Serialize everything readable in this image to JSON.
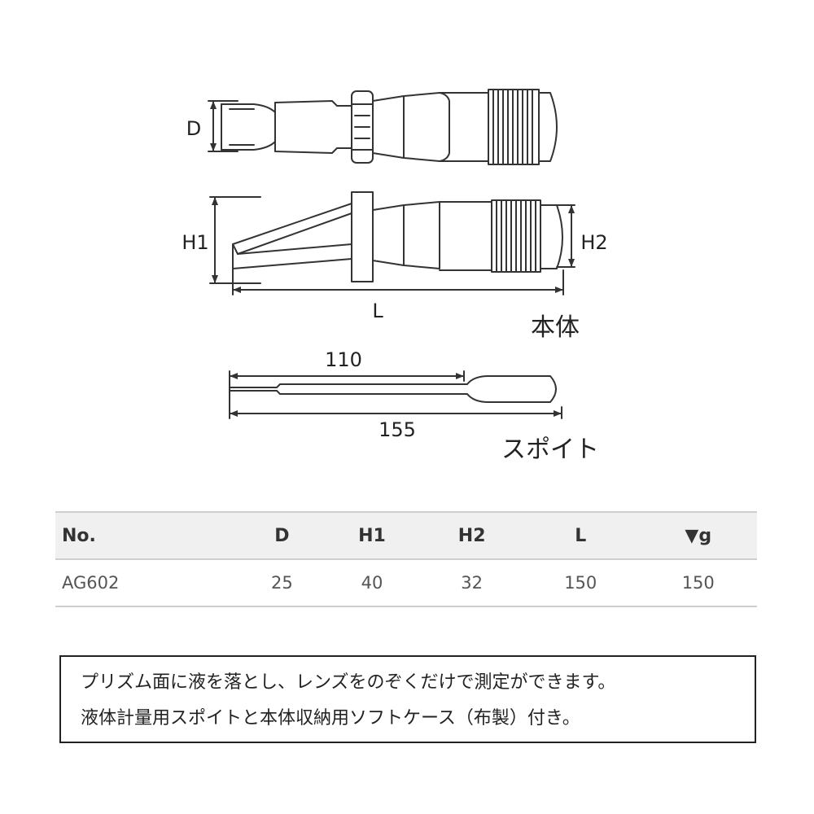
{
  "diagram": {
    "labels": {
      "d": "D",
      "h1": "H1",
      "h2": "H2",
      "l": "L",
      "body": "本体",
      "pipette_inner": "110",
      "pipette_outer": "155",
      "pipette": "スポイト"
    }
  },
  "table": {
    "headers": [
      "No.",
      "D",
      "H1",
      "H2",
      "L",
      "▼g"
    ],
    "rows": [
      [
        "AG602",
        "25",
        "40",
        "32",
        "150",
        "150"
      ]
    ]
  },
  "note": {
    "lines": [
      "プリズム面に液を落とし、レンズをのぞくだけで測定ができます。",
      "液体計量用スポイトと本体収納用ソフトケース（布製）付き。"
    ]
  }
}
